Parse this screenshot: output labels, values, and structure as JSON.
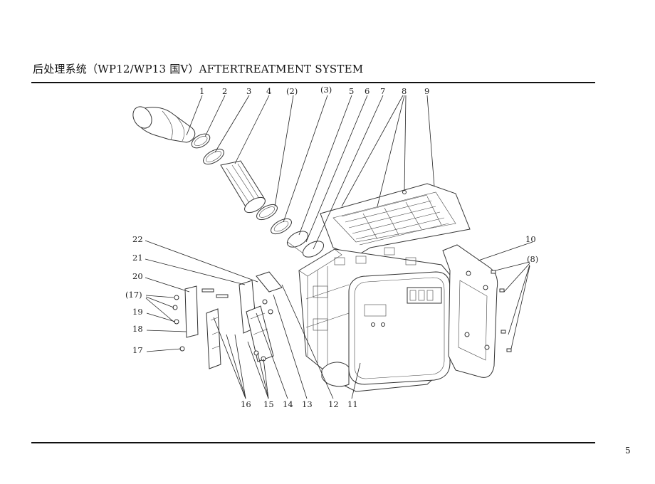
{
  "header": {
    "title": "后处理系统（WP12/WP13 国Ⅴ）AFTERTREATMENT SYSTEM"
  },
  "page_number": "5",
  "callouts": {
    "c1": "1",
    "c2": "2",
    "c3": "3",
    "c4": "4",
    "c2p": "(2)",
    "c3p": "(3)",
    "c5": "5",
    "c6": "6",
    "c7": "7",
    "c8": "8",
    "c9": "9",
    "c10": "10",
    "c8p": "(8)",
    "c22": "22",
    "c21": "21",
    "c20": "20",
    "c17p": "(17)",
    "c19": "19",
    "c18": "18",
    "c17": "17",
    "c16": "16",
    "c15": "15",
    "c14": "14",
    "c13": "13",
    "c12": "12",
    "c11": "11"
  }
}
